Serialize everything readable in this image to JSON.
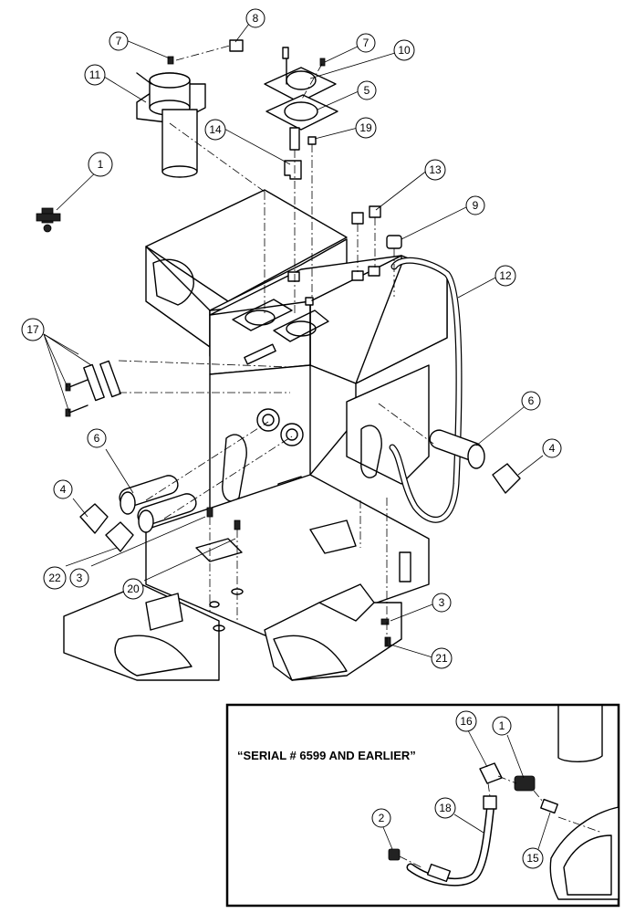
{
  "callouts": [
    {
      "id": "c1",
      "label": "1"
    },
    {
      "id": "c7a",
      "label": "7"
    },
    {
      "id": "c8",
      "label": "8"
    },
    {
      "id": "c11",
      "label": "11"
    },
    {
      "id": "c7b",
      "label": "7"
    },
    {
      "id": "c10",
      "label": "10"
    },
    {
      "id": "c5",
      "label": "5"
    },
    {
      "id": "c14",
      "label": "14"
    },
    {
      "id": "c19",
      "label": "19"
    },
    {
      "id": "c13",
      "label": "13"
    },
    {
      "id": "c9",
      "label": "9"
    },
    {
      "id": "c12",
      "label": "12"
    },
    {
      "id": "c17",
      "label": "17"
    },
    {
      "id": "c6a",
      "label": "6"
    },
    {
      "id": "c6b",
      "label": "6"
    },
    {
      "id": "c4a",
      "label": "4"
    },
    {
      "id": "c4b",
      "label": "4"
    },
    {
      "id": "c22",
      "label": "22"
    },
    {
      "id": "c3a",
      "label": "3"
    },
    {
      "id": "c20",
      "label": "20"
    },
    {
      "id": "c3b",
      "label": "3"
    },
    {
      "id": "c21",
      "label": "21"
    },
    {
      "id": "c16",
      "label": "16"
    },
    {
      "id": "c1i",
      "label": "1"
    },
    {
      "id": "c2",
      "label": "2"
    },
    {
      "id": "c18",
      "label": "18"
    },
    {
      "id": "c15",
      "label": "15"
    }
  ],
  "inset": {
    "title": "“SERIAL # 6599 AND EARLIER”"
  }
}
